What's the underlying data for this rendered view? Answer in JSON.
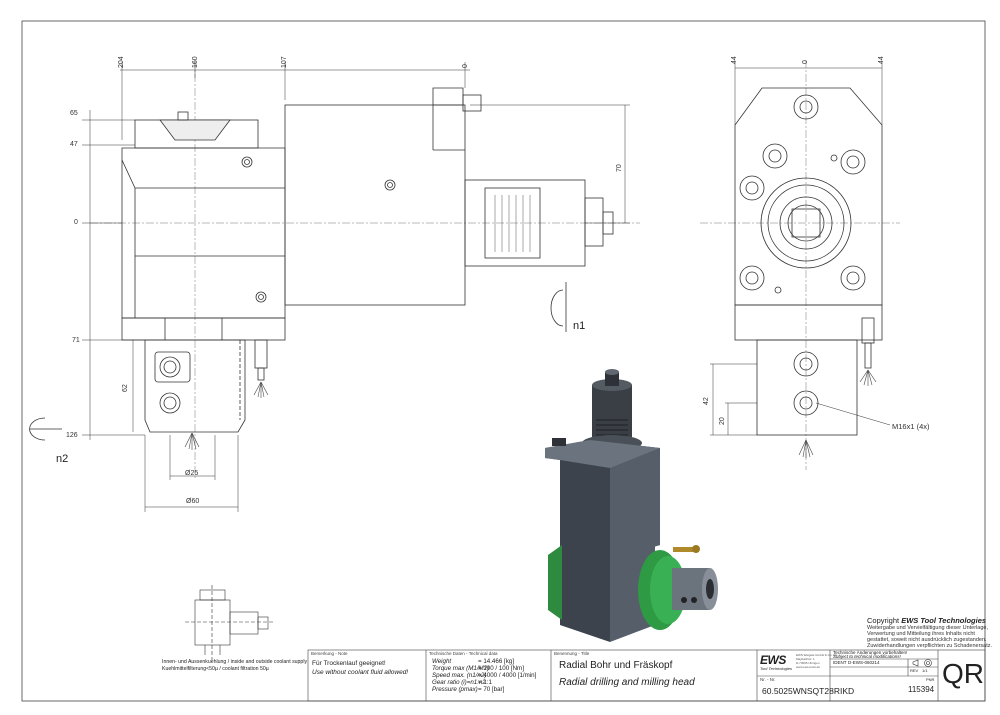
{
  "dimensions": {
    "top": [
      "204",
      "160",
      "107",
      "0"
    ],
    "left": [
      "65",
      "47",
      "0",
      "71",
      "126",
      "62"
    ],
    "right_top": [
      "44",
      "0",
      "44"
    ],
    "side": [
      "70",
      "42",
      "20"
    ],
    "dia_small": "Ø25",
    "dia_large": "Ø60",
    "thread_label": "M16x1 (4x)",
    "rot1": "n1",
    "rot2": "n2"
  },
  "copyright": {
    "prefix": "Copyright",
    "brand": "EWS Tool Technologies",
    "lines": [
      "Weitergabe und Vervielfältigung dieser Unterlage,",
      "Verwertung und Mitteilung ihres Inhalts nicht",
      "gestattet, soweit nicht ausdrücklich zugestanden.",
      "Zuwiderhandlungen verpflichten zu Schadenersatz."
    ]
  },
  "coolant": {
    "line1": "Innen- und Aussenkuehlung / inside and outside coolant supply",
    "line2": "Kuehlmittelfilterung<50µ / coolant filtration 50µ"
  },
  "titleblock": {
    "note_header": "Bemerkung - Note",
    "note_de": "Für Trockenlauf geeignet!",
    "note_en": "Use without coolant fluid allowed!",
    "tech_header": "Technische Daten - Technical data",
    "tech_rows": [
      {
        "label": "Weight",
        "value": "= 14.466 [kg]"
      },
      {
        "label": "Torque max (M1/M2)",
        "value": "= 100 / 100 [Nm]"
      },
      {
        "label": "Speed max. (n1/n2)",
        "value": "= 4000 / 4000 [1/min]"
      },
      {
        "label": "Gear ratio (i)=n1:n2",
        "value": "= 1:1"
      },
      {
        "label": "Pressure (pmax)",
        "value": "= 70 [bar]"
      }
    ],
    "title_header": "Benennung - Title",
    "title_de": "Radial Bohr und Fräskopf",
    "title_en": "Radial drilling and milling head",
    "logo": "EWS",
    "logo_sub": "Tool Technologies",
    "company_lines": [
      "EWS Weigele GmbH & Co. KG",
      "Maybachstr. 1",
      "D-73095 Uhingen",
      "www.ews-tools.de"
    ],
    "nr_header": "Nr. - Nr.",
    "part_no": "60.5025WNSQT28RIKD",
    "change_de": "Technische Änderungen vorbehalten!",
    "change_en": "Subject to technical modifications!",
    "ident_label": "IDENT",
    "ident_value": "D-EWS-060214",
    "rev_label": "REV",
    "rev_value": "1/1",
    "pnr_label": "PNR",
    "pnr_value": "115394",
    "qr": "QR"
  }
}
